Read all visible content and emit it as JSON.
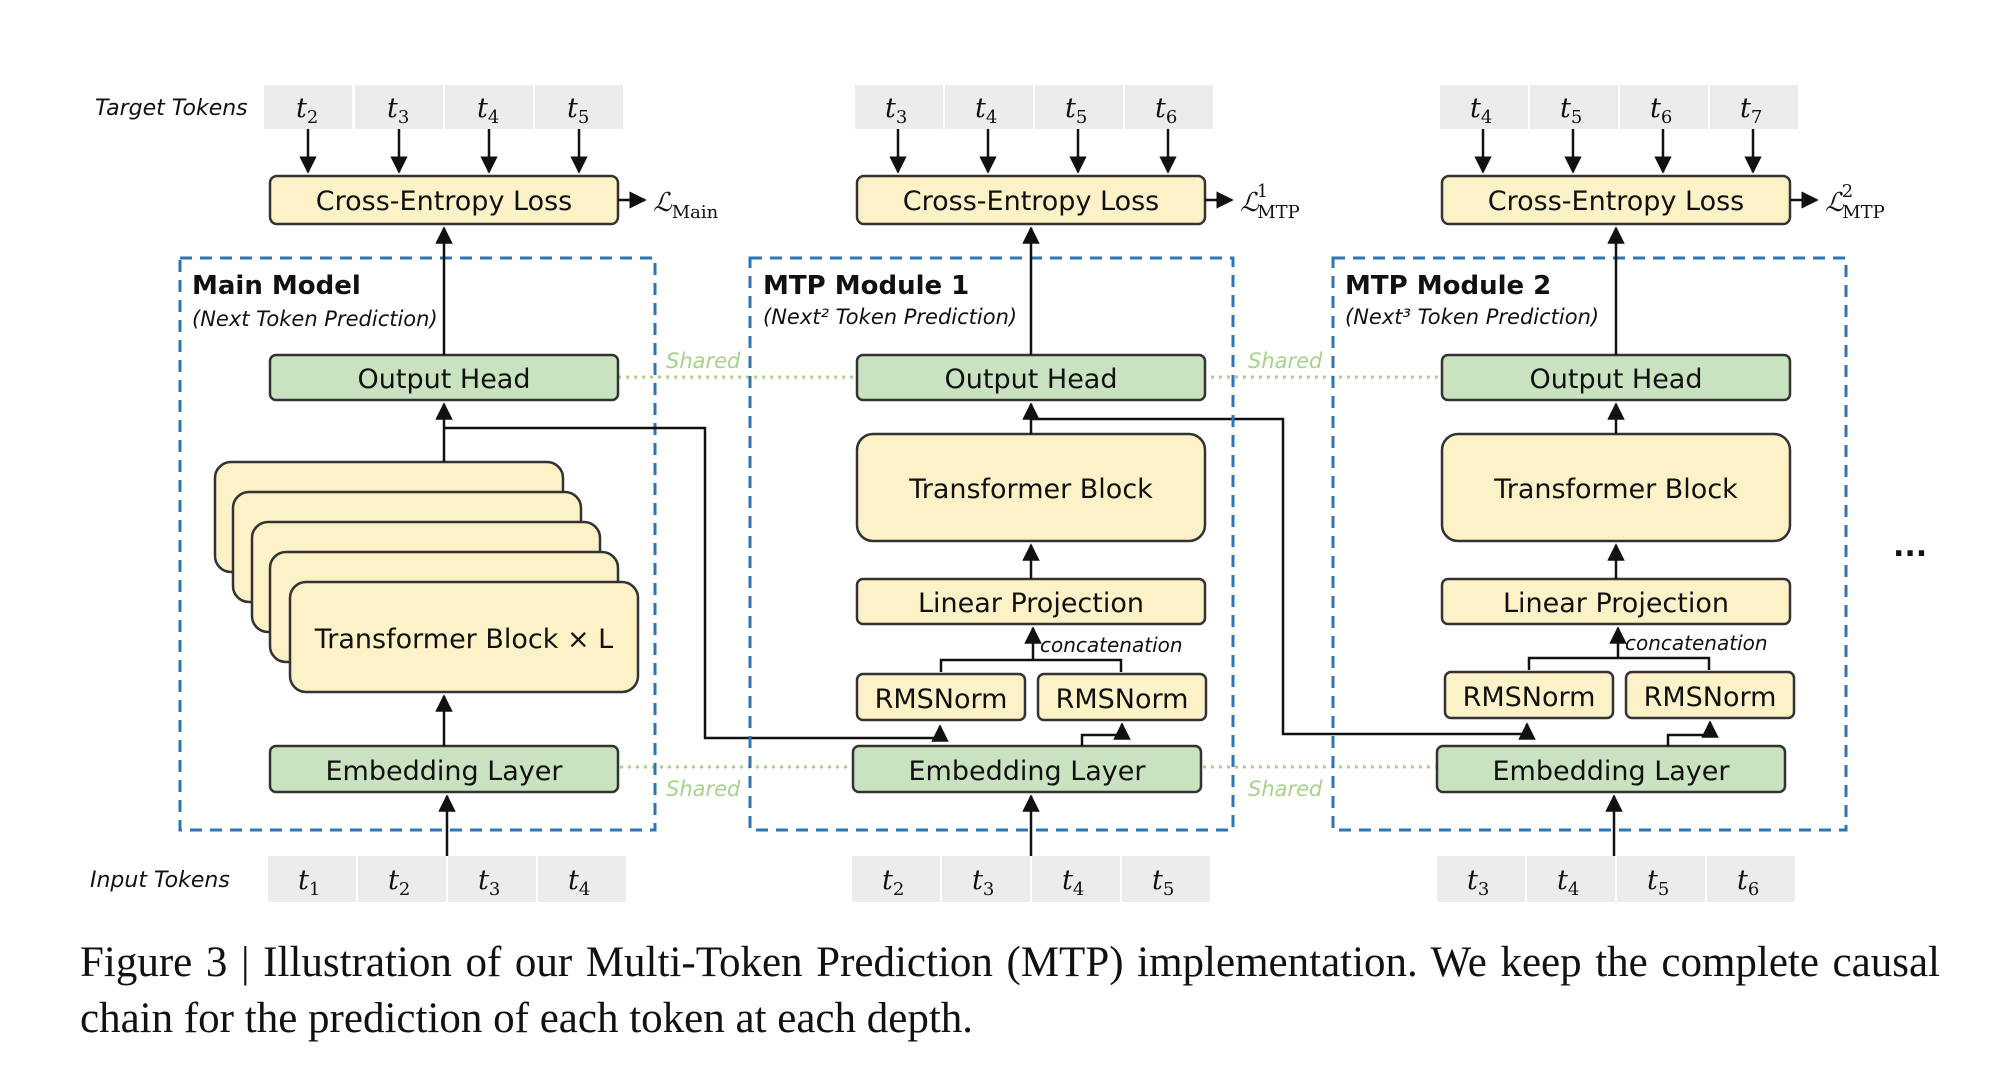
{
  "labels": {
    "target_tokens": "Target Tokens",
    "input_tokens": "Input Tokens",
    "shared": "Shared",
    "concatenation": "concatenation",
    "ellipsis": "..."
  },
  "modules": [
    {
      "title": "Main Model",
      "subtitle": "(Next Token Prediction)",
      "target_tokens": [
        {
          "b": "t",
          "s": "2"
        },
        {
          "b": "t",
          "s": "3"
        },
        {
          "b": "t",
          "s": "4"
        },
        {
          "b": "t",
          "s": "5"
        }
      ],
      "input_tokens": [
        {
          "b": "t",
          "s": "1"
        },
        {
          "b": "t",
          "s": "2"
        },
        {
          "b": "t",
          "s": "3"
        },
        {
          "b": "t",
          "s": "4"
        }
      ],
      "loss_label": "Cross-Entropy Loss",
      "loss_symbol": {
        "base": "ℒ",
        "sub": "Main",
        "sup": ""
      },
      "output_head": "Output Head",
      "transformer": "Transformer Block × L",
      "embedding": "Embedding Layer"
    },
    {
      "title": "MTP Module 1",
      "subtitle": "(Next² Token Prediction)",
      "target_tokens": [
        {
          "b": "t",
          "s": "3"
        },
        {
          "b": "t",
          "s": "4"
        },
        {
          "b": "t",
          "s": "5"
        },
        {
          "b": "t",
          "s": "6"
        }
      ],
      "input_tokens": [
        {
          "b": "t",
          "s": "2"
        },
        {
          "b": "t",
          "s": "3"
        },
        {
          "b": "t",
          "s": "4"
        },
        {
          "b": "t",
          "s": "5"
        }
      ],
      "loss_label": "Cross-Entropy Loss",
      "loss_symbol": {
        "base": "ℒ",
        "sub": "MTP",
        "sup": "1"
      },
      "output_head": "Output Head",
      "transformer": "Transformer Block",
      "linear": "Linear Projection",
      "rmsnorm_left": "RMSNorm",
      "rmsnorm_right": "RMSNorm",
      "embedding": "Embedding Layer"
    },
    {
      "title": "MTP Module 2",
      "subtitle": "(Next³ Token Prediction)",
      "target_tokens": [
        {
          "b": "t",
          "s": "4"
        },
        {
          "b": "t",
          "s": "5"
        },
        {
          "b": "t",
          "s": "6"
        },
        {
          "b": "t",
          "s": "7"
        }
      ],
      "input_tokens": [
        {
          "b": "t",
          "s": "3"
        },
        {
          "b": "t",
          "s": "4"
        },
        {
          "b": "t",
          "s": "5"
        },
        {
          "b": "t",
          "s": "6"
        }
      ],
      "loss_label": "Cross-Entropy Loss",
      "loss_symbol": {
        "base": "ℒ",
        "sub": "MTP",
        "sup": "2"
      },
      "output_head": "Output Head",
      "transformer": "Transformer Block",
      "linear": "Linear Projection",
      "rmsnorm_left": "RMSNorm",
      "rmsnorm_right": "RMSNorm",
      "embedding": "Embedding Layer"
    }
  ],
  "caption": "Figure 3 | Illustration of our Multi-Token Prediction (MTP) implementation.  We keep the complete causal chain for the prediction of each token at each depth."
}
